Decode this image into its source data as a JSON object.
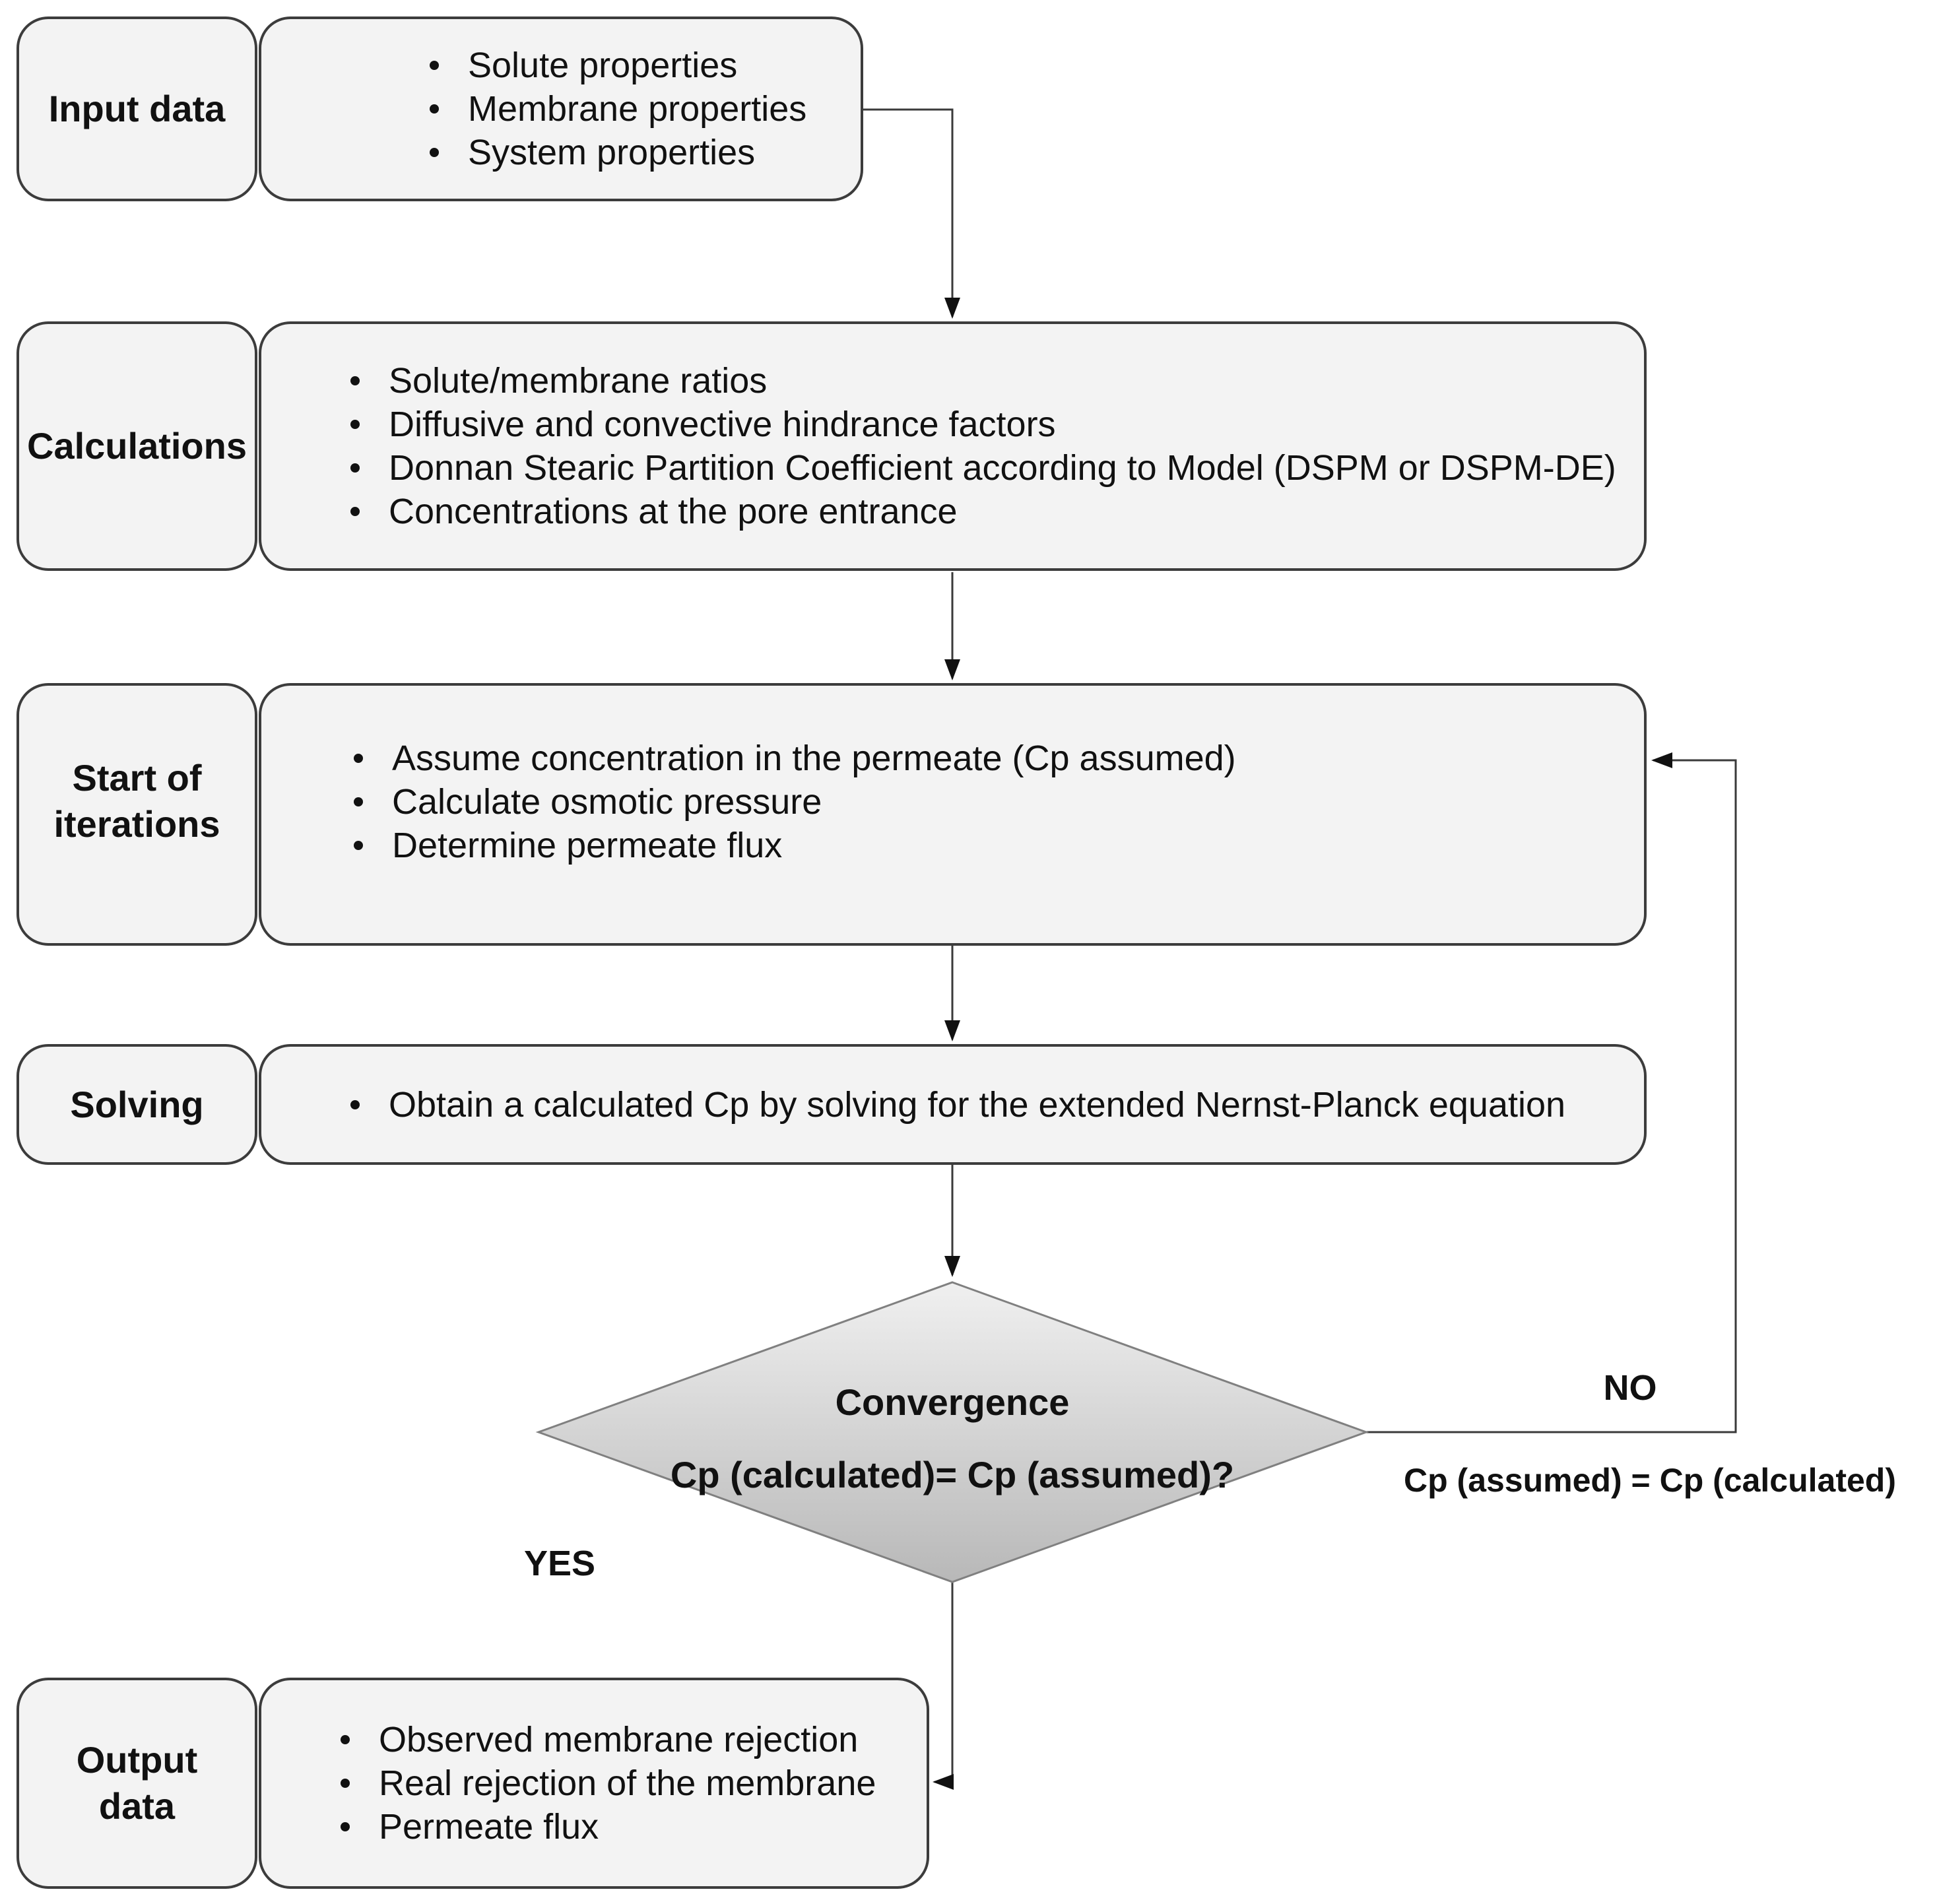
{
  "diagram": {
    "rows": [
      {
        "label": "Input data",
        "bullets": [
          "Solute properties",
          "Membrane properties",
          "System properties"
        ]
      },
      {
        "label": "Calculations",
        "bullets": [
          "Solute/membrane ratios",
          "Diffusive and convective hindrance factors",
          "Donnan Stearic Partition Coefficient according to Model (DSPM or DSPM-DE)",
          "Concentrations at the pore entrance"
        ]
      },
      {
        "label": "Start of iterations",
        "bullets": [
          "Assume concentration in the permeate (Cp assumed)",
          "Calculate osmotic pressure",
          "Determine permeate flux"
        ]
      },
      {
        "label": "Solving",
        "bullets": [
          "Obtain a calculated Cp by solving for the extended Nernst-Planck equation"
        ]
      },
      {
        "label": "Output data",
        "bullets": [
          "Observed membrane rejection",
          "Real rejection of the membrane",
          "Permeate flux"
        ]
      }
    ],
    "decision": {
      "line1": "Convergence",
      "line2": "Cp (calculated)= Cp (assumed)?"
    },
    "edges": {
      "yes_label": "YES",
      "no_label": "NO",
      "no_assignment": "Cp (assumed) = Cp (calculated)"
    },
    "colors": {
      "box_fill": "#f3f3f3",
      "box_border": "#3c3c3c",
      "diamond_gradient_top": "#f0f0f0",
      "diamond_gradient_bottom": "#b8b8b8",
      "diamond_stroke": "#808080",
      "line": "#3a3a3a",
      "text": "#111111",
      "background": "#ffffff"
    }
  }
}
